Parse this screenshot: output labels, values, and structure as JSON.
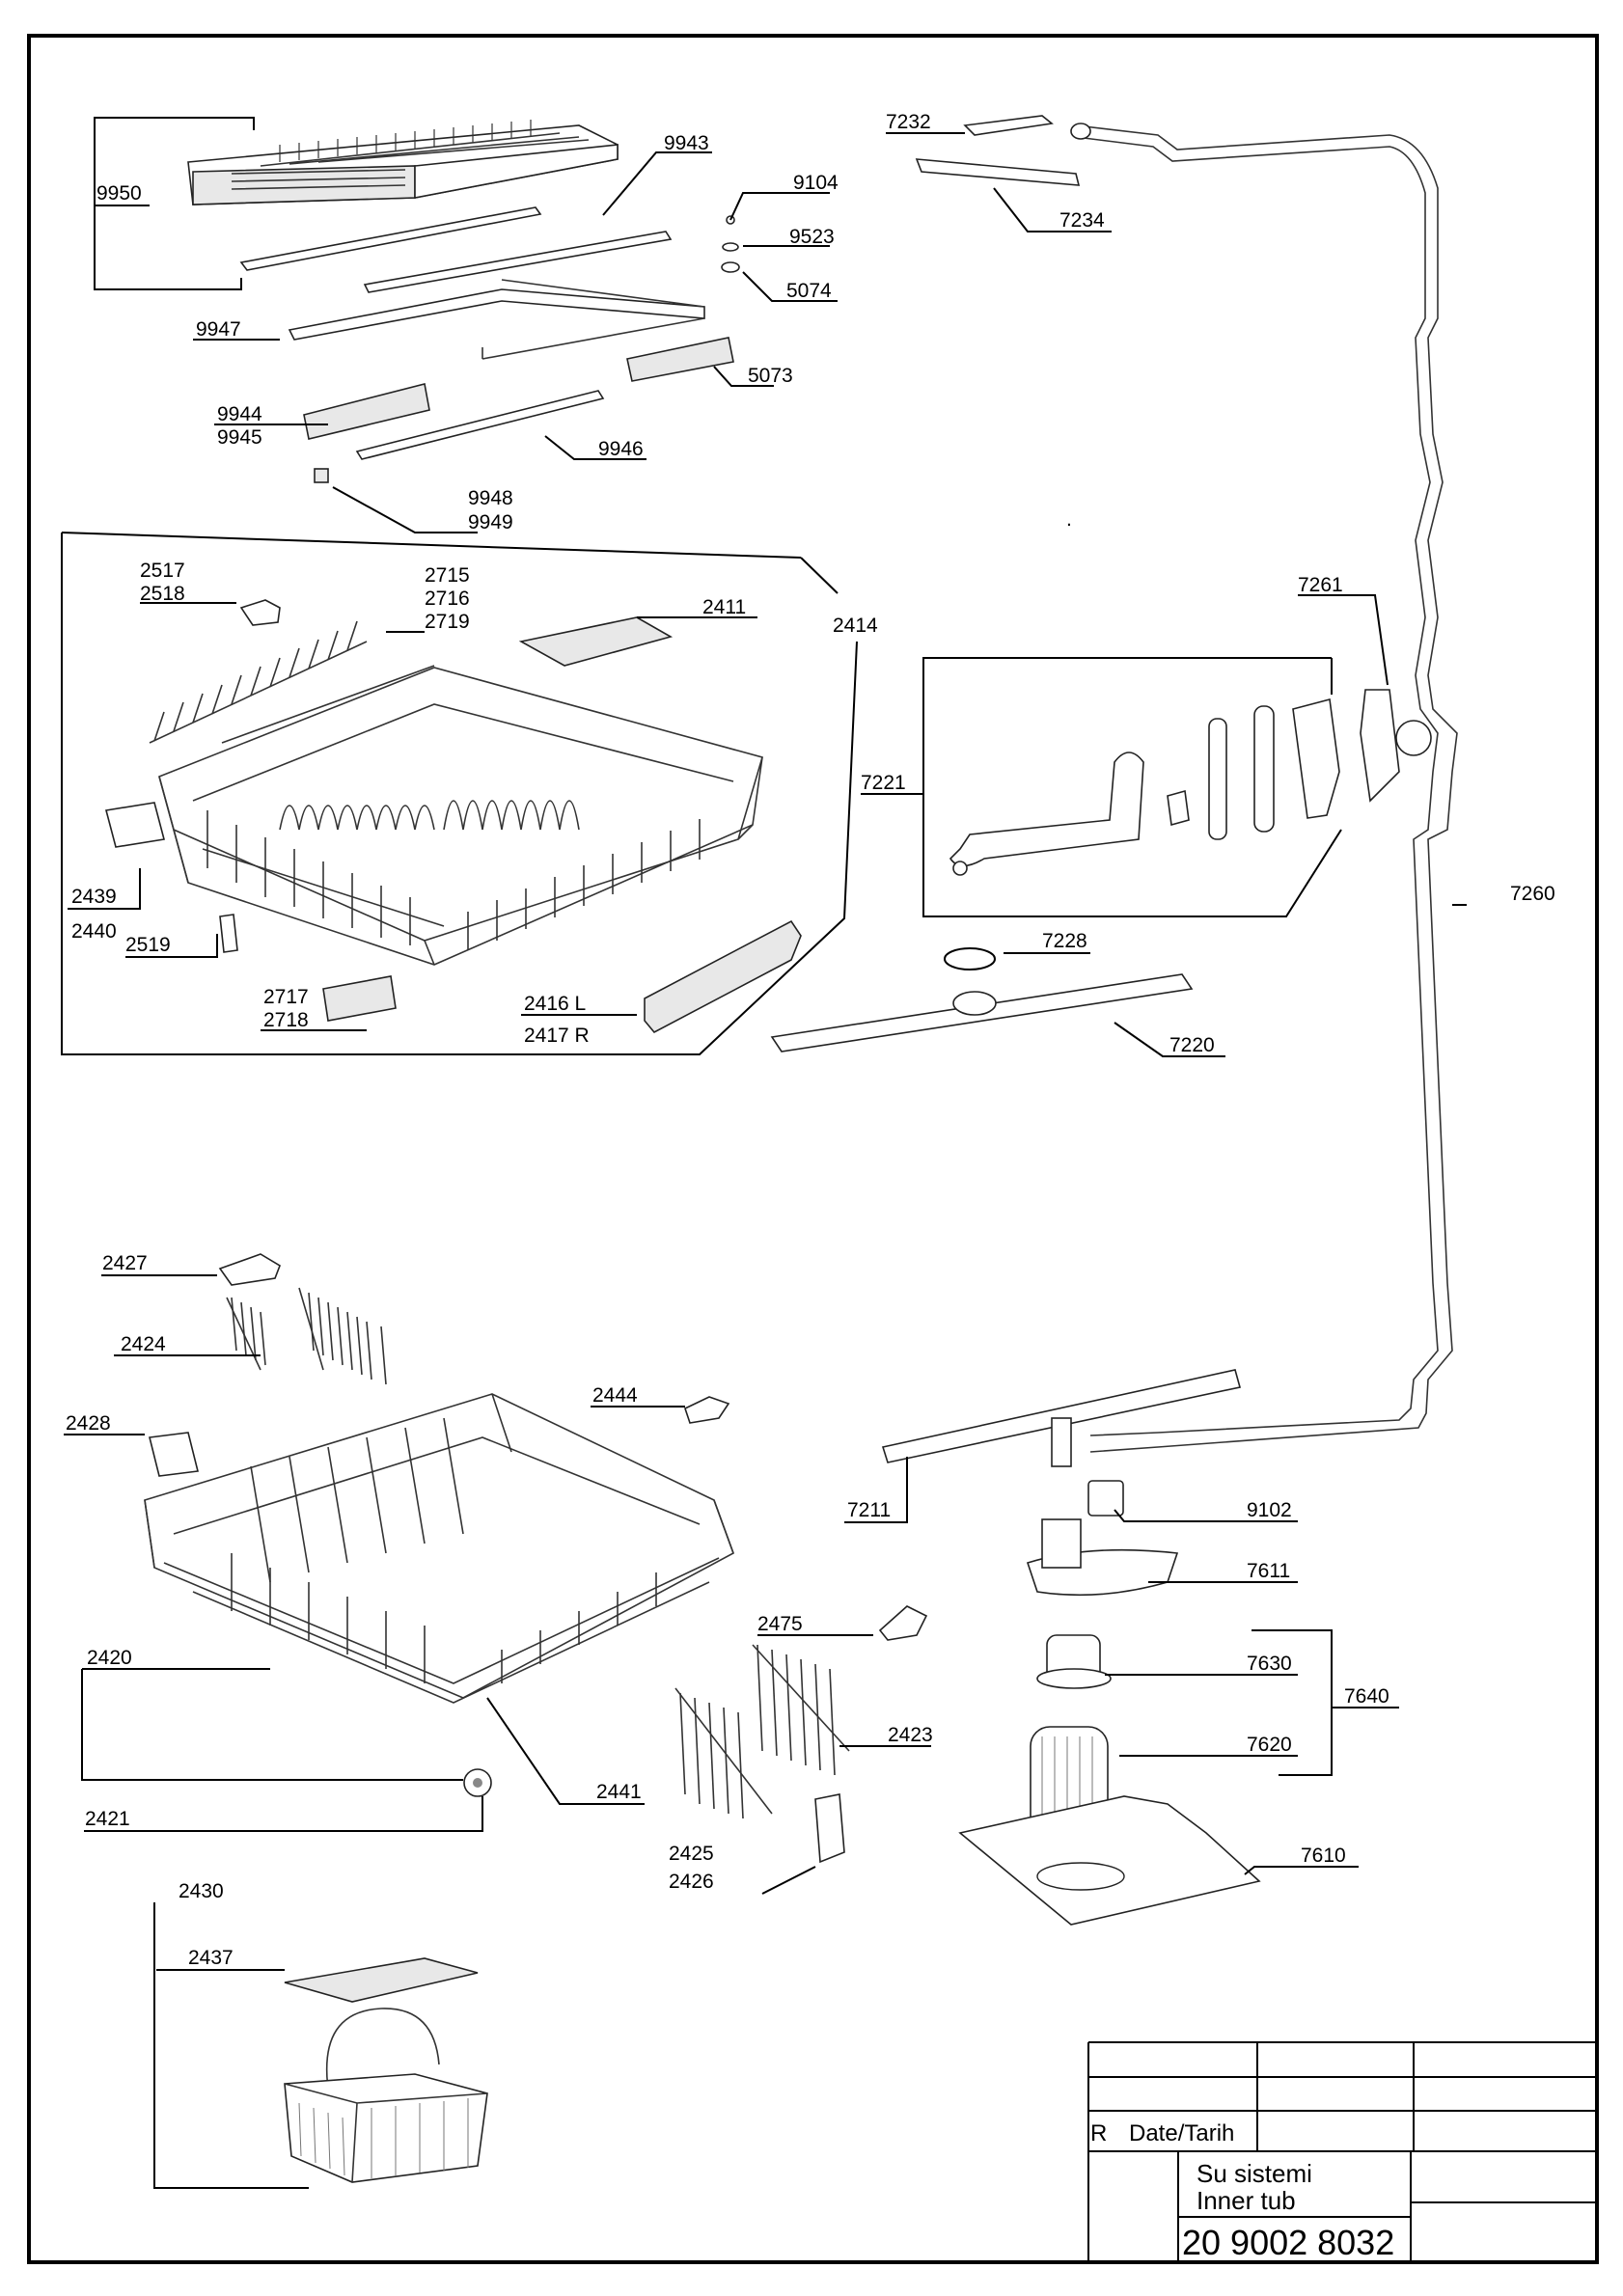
{
  "labels": {
    "p9950": "9950",
    "p9943": "9943",
    "p9104": "9104",
    "p9523": "9523",
    "p5074": "5074",
    "p5073": "5073",
    "p9947": "9947",
    "p9944": "9944",
    "p9945": "9945",
    "p9946": "9946",
    "p9948": "9948",
    "p9949": "9949",
    "p2517": "2517",
    "p2518": "2518",
    "p2715": "2715",
    "p2716": "2716",
    "p2719": "2719",
    "p2411": "2411",
    "p2414": "2414",
    "p2439": "2439",
    "p2440": "2440",
    "p2519": "2519",
    "p2717": "2717",
    "p2718": "2718",
    "p2416": "2416 L",
    "p2417": "2417 R",
    "p7232": "7232",
    "p7234": "7234",
    "p7261": "7261",
    "p7221": "7221",
    "p7260": "7260",
    "p7228": "7228",
    "p7220": "7220",
    "p2427": "2427",
    "p2424": "2424",
    "p2428": "2428",
    "p2444": "2444",
    "p2475": "2475",
    "p2420": "2420",
    "p2423": "2423",
    "p2441": "2441",
    "p2421": "2421",
    "p2425": "2425",
    "p2426": "2426",
    "p2430": "2430",
    "p2437": "2437",
    "p7211": "7211",
    "p9102": "9102",
    "p7611": "7611",
    "p7630": "7630",
    "p7640": "7640",
    "p7620": "7620",
    "p7610": "7610"
  },
  "title_block": {
    "revision_label": "R",
    "date_label": "Date/Tarih",
    "title_line1": "Su sistemi",
    "title_line2": "Inner tub",
    "drawing_number": "20 9002 8032"
  }
}
